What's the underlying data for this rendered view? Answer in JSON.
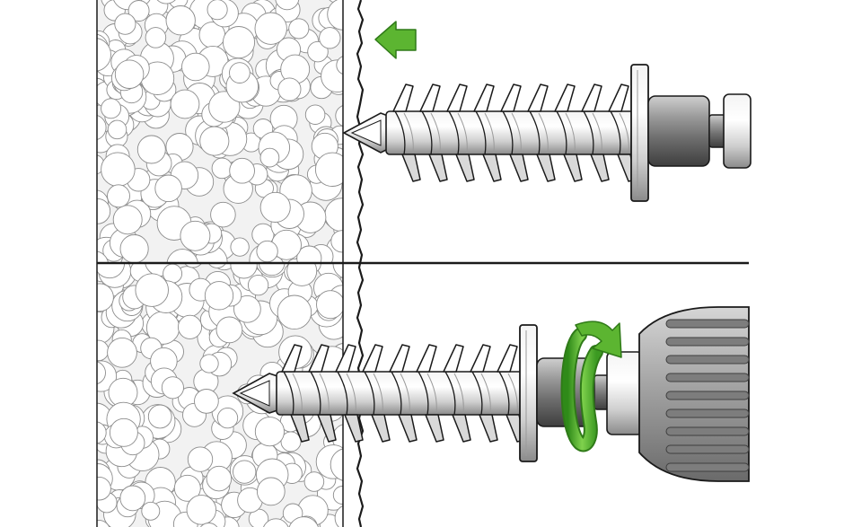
{
  "diagram": {
    "steps": [
      {
        "id": "step-1",
        "action": "push-in",
        "arrow_icon": "push-arrow-left-icon",
        "tool": "driver-bit"
      },
      {
        "id": "step-2",
        "action": "screw-in-clockwise",
        "arrow_icon": "rotate-clockwise-icon",
        "tool": "drill-chuck"
      }
    ],
    "colors": {
      "accent": "#5cb531",
      "accent_dark": "#2f7a18",
      "insulation_fill": "#f2f2f2",
      "insulation_bubble": "#ffffff",
      "outline": "#1a1a1a",
      "metal_light": "#e8e8e8",
      "metal_mid": "#b9b9b9",
      "metal_dark": "#6b6b6b"
    }
  }
}
